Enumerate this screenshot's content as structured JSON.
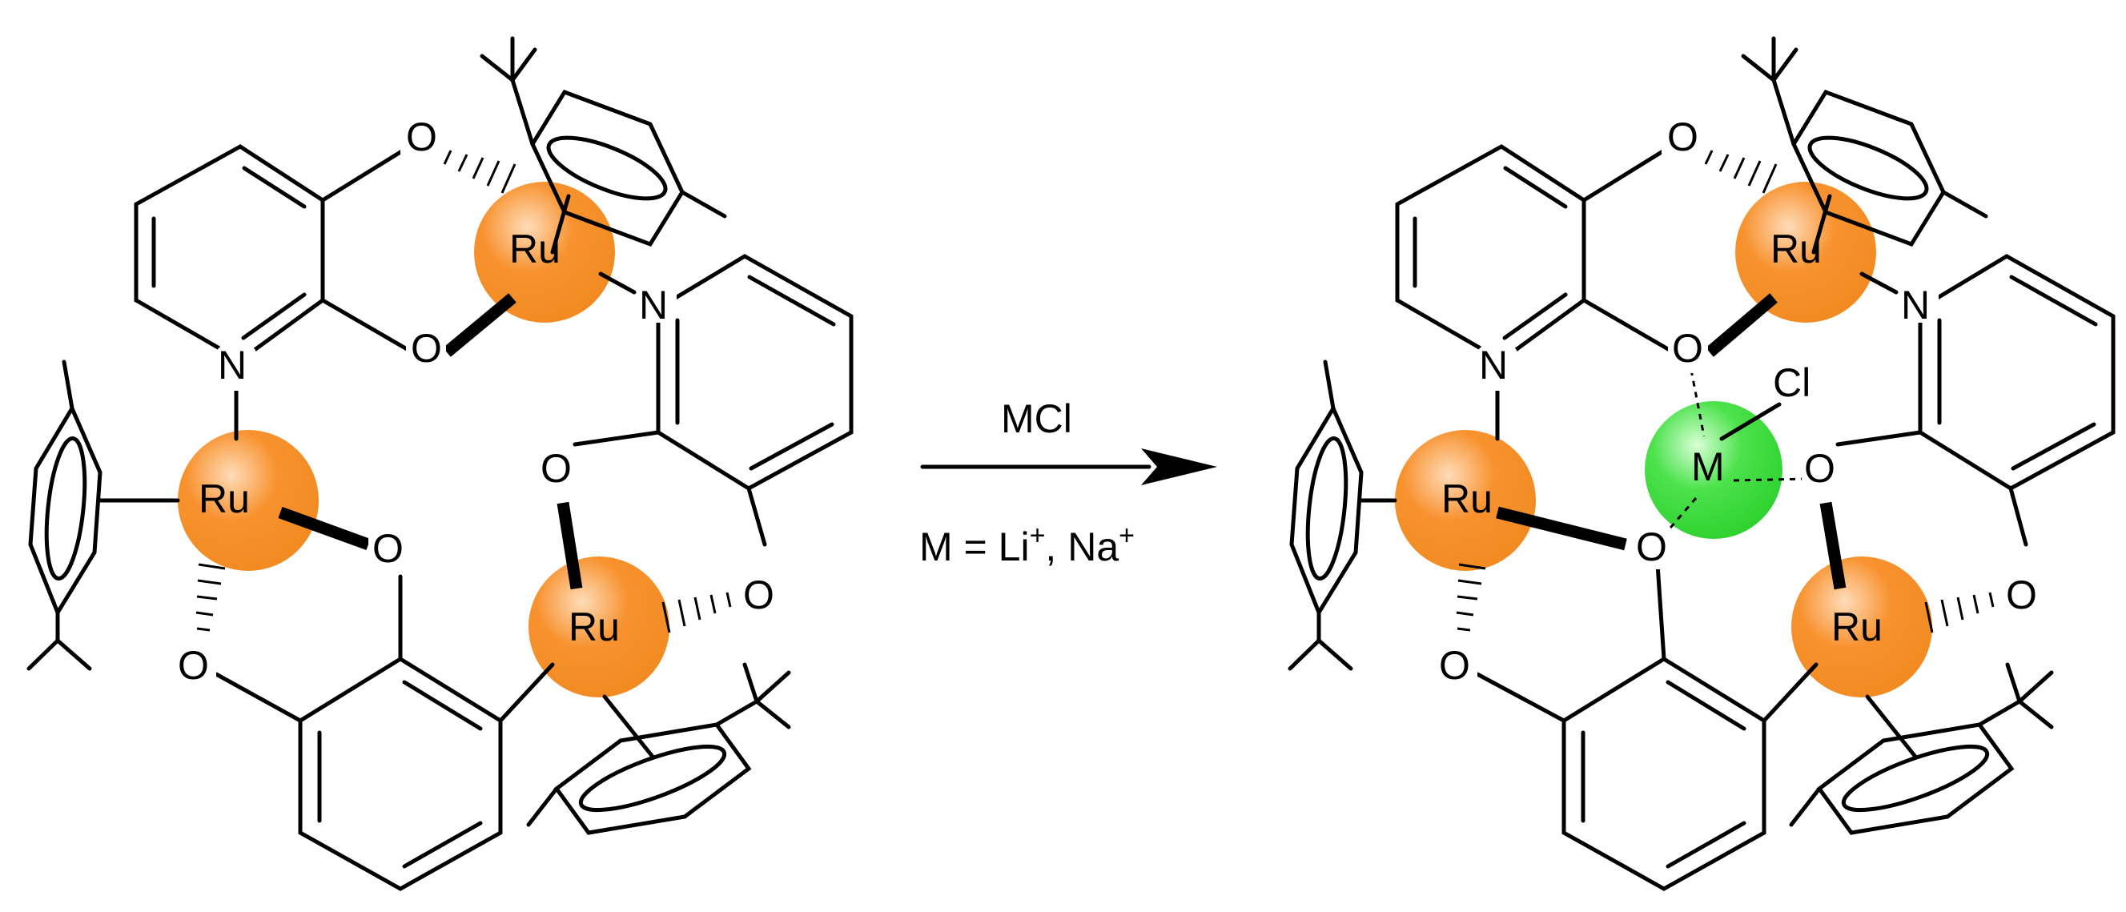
{
  "colors": {
    "ruthenium_sphere": "#f7922f",
    "metal_ion_sphere": "#4ce24c",
    "bond": "#000000"
  },
  "atoms": {
    "ruthenium": "Ru",
    "oxygen": "O",
    "nitrogen": "N",
    "metal": "M",
    "chloride": "Cl"
  },
  "reaction": {
    "reagent": "MCl",
    "condition_prefix": "M = Li",
    "ion_charge": "+",
    "separator": ", Na"
  }
}
